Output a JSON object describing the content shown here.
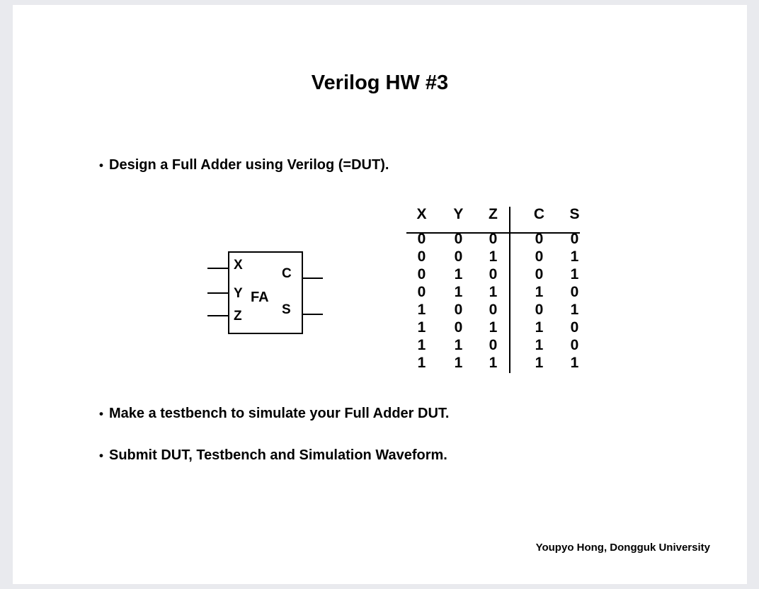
{
  "slide": {
    "title": "Verilog HW #3",
    "bullet_char": "•",
    "bullets": [
      "Design a Full Adder using Verilog (=DUT).",
      "Make a testbench to simulate your Full Adder DUT.",
      "Submit DUT, Testbench and Simulation Waveform."
    ],
    "footer": "Youpyo Hong, Dongguk University",
    "background_color": "#ffffff",
    "page_background_color": "#e9eaee",
    "text_color": "#000000"
  },
  "diagram": {
    "name": "full-adder-block",
    "block_label": "FA",
    "inputs": [
      "X",
      "Y",
      "Z"
    ],
    "outputs": [
      "C",
      "S"
    ]
  },
  "truth_table": {
    "headers": [
      "X",
      "Y",
      "Z",
      "C",
      "S"
    ],
    "input_headers": [
      "X",
      "Y",
      "Z"
    ],
    "output_headers": [
      "C",
      "S"
    ],
    "rows": [
      [
        "0",
        "0",
        "0",
        "0",
        "0"
      ],
      [
        "0",
        "0",
        "1",
        "0",
        "1"
      ],
      [
        "0",
        "1",
        "0",
        "0",
        "1"
      ],
      [
        "0",
        "1",
        "1",
        "1",
        "0"
      ],
      [
        "1",
        "0",
        "0",
        "0",
        "1"
      ],
      [
        "1",
        "0",
        "1",
        "1",
        "0"
      ],
      [
        "1",
        "1",
        "0",
        "1",
        "0"
      ],
      [
        "1",
        "1",
        "1",
        "1",
        "1"
      ]
    ]
  }
}
